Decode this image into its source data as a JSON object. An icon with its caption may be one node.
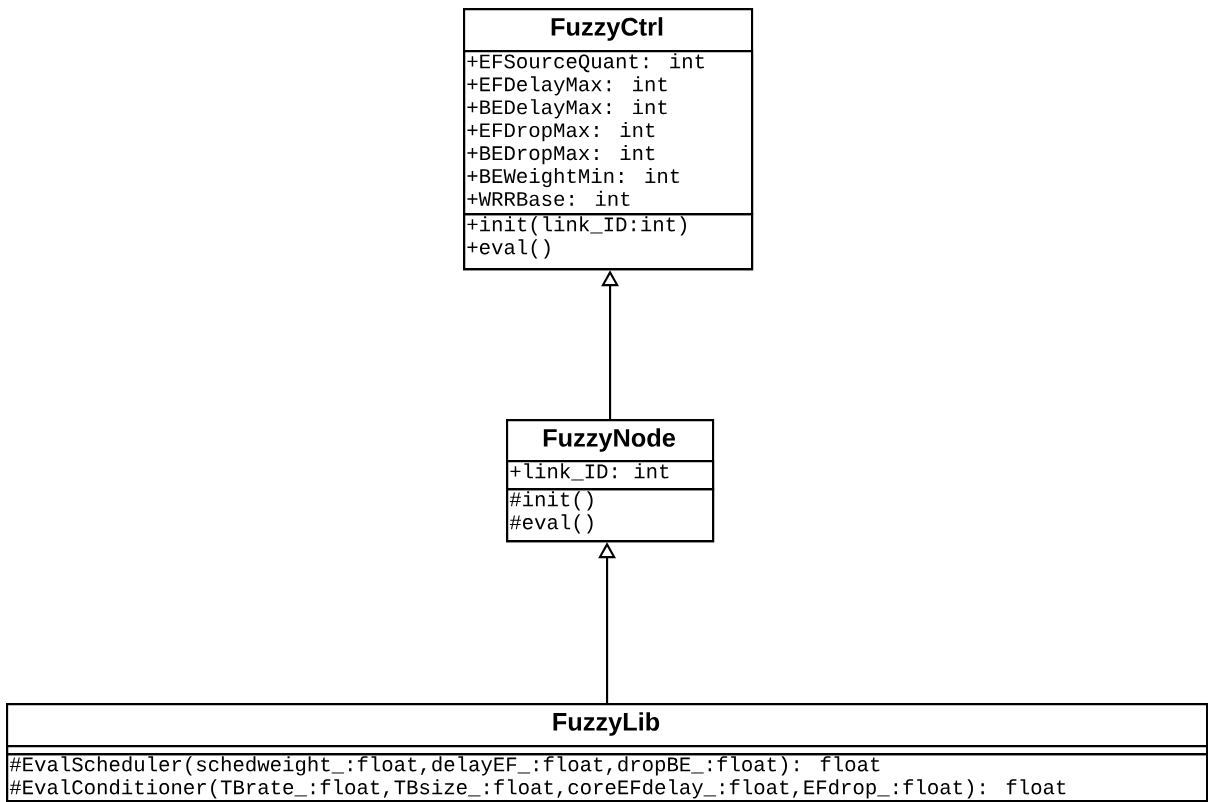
{
  "diagram": {
    "nodes": [
      {
        "text": [
          "FuzzyCtrl"
        ]
      },
      {
        "text": [
          "+EFSourceQuant: int",
          "+EFDelayMax: int",
          "+BEDelayMax: int",
          "+EFDropMax: int",
          "+BEDropMax: int",
          "+BEWeightMin: int",
          "+WRRBase: int"
        ],
        "in": 0
      },
      {
        "text": [
          "+init(link_ID:int)",
          "+eval()"
        ],
        "in": 0
      },
      {
        "text": [
          "FuzzyNode"
        ]
      },
      {
        "text": [
          "+link_ID: int"
        ],
        "in": 3
      },
      {
        "text": [
          "#init()",
          "#eval()"
        ],
        "in": 3
      },
      {
        "text": [
          "FuzzyLib"
        ]
      },
      {
        "text": [],
        "shape": "box",
        "in": 6
      },
      {
        "text": [
          "#EvalScheduler(schedweight_:float,delayEF_:float,dropBE_:float): float",
          "#EvalConditioner(TBrate_:float,TBsize_:float,coreEFdelay_:float,EFdrop_:float): float"
        ],
        "in": 6
      }
    ],
    "edges": [
      {
        "from": 3,
        "to": 0,
        "arrow": "to"
      },
      {
        "from": 6,
        "to": 3,
        "arrow": "to"
      }
    ]
  }
}
